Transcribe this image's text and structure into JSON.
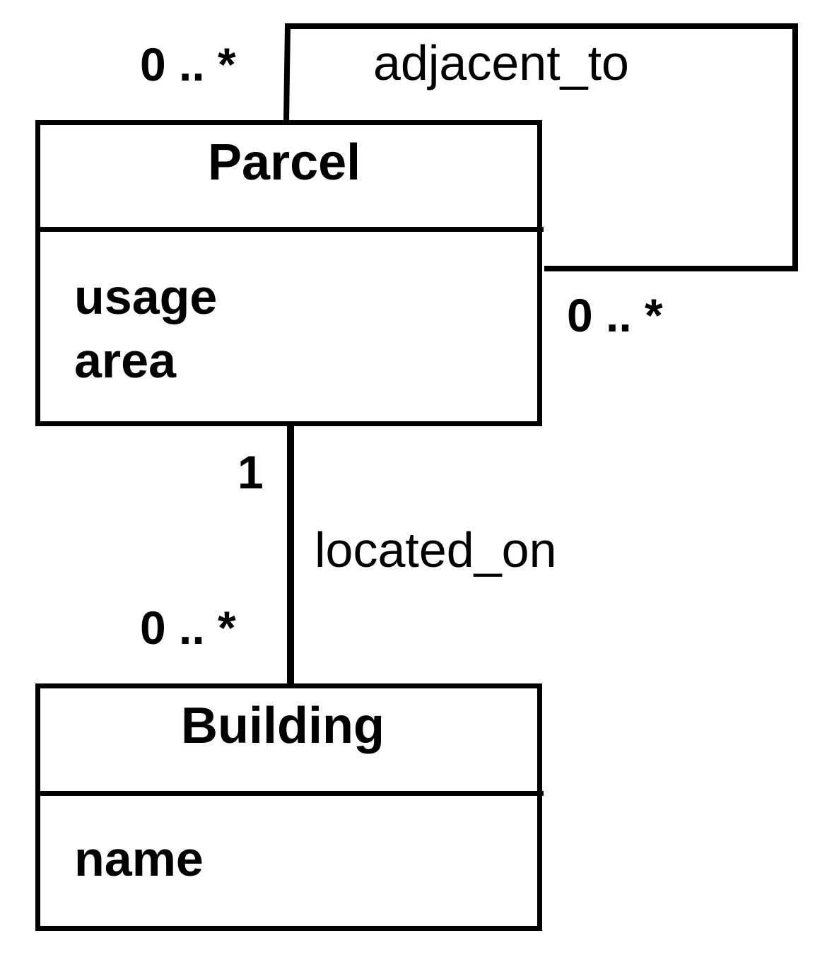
{
  "classes": {
    "parcel": {
      "name": "Parcel",
      "attributes": [
        "usage",
        "area"
      ]
    },
    "building": {
      "name": "Building",
      "attributes": [
        "name"
      ]
    }
  },
  "associations": {
    "adjacent_to": {
      "label": "adjacent_to",
      "mult_source": "0 .. *",
      "mult_target": "0 .. *"
    },
    "located_on": {
      "label": "located_on",
      "mult_parcel": "1",
      "mult_building": "0 .. *"
    }
  }
}
